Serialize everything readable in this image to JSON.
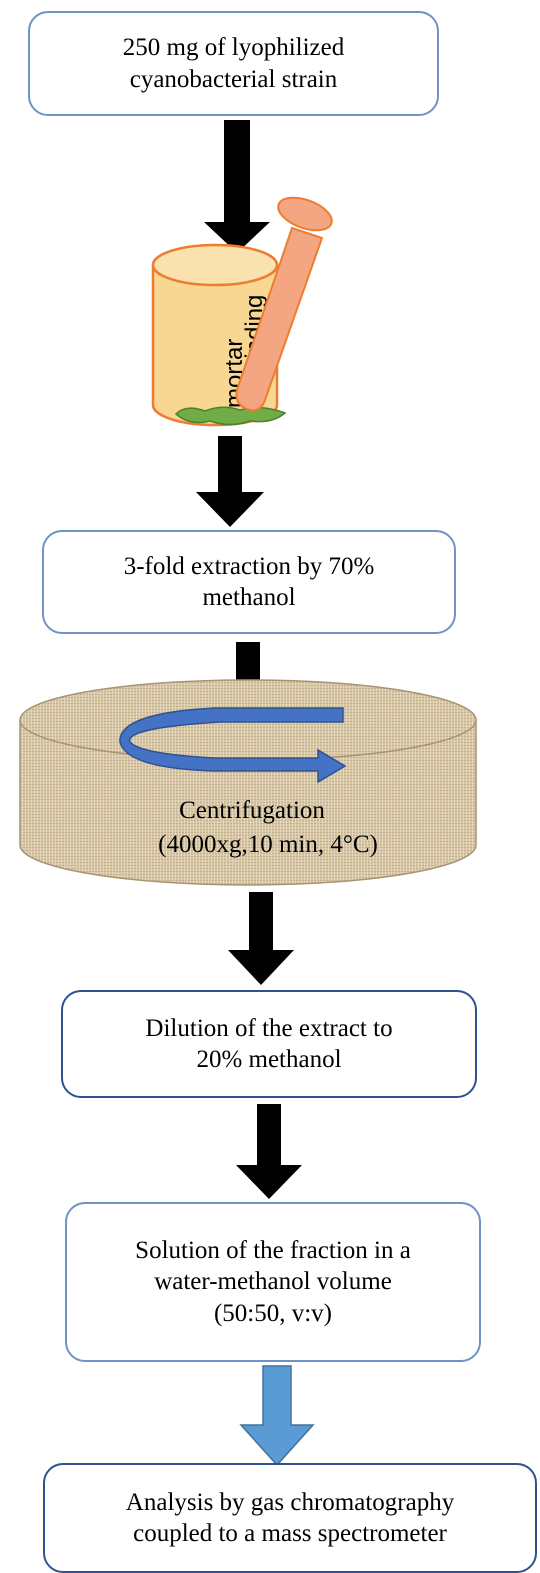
{
  "steps": [
    {
      "id": "start",
      "lines": [
        "250 mg of lyophilized",
        "cyanobacterial strain"
      ]
    },
    {
      "id": "extraction",
      "lines": [
        "3-fold extraction by 70%",
        "methanol"
      ]
    },
    {
      "id": "dilution",
      "lines": [
        "Dilution of the extract to",
        "20% methanol"
      ]
    },
    {
      "id": "solution",
      "lines": [
        "Solution of the fraction in a",
        "water-methanol volume",
        "(50:50, v:v)"
      ]
    },
    {
      "id": "analysis",
      "lines": [
        "Analysis by gas chromatography",
        "coupled to a mass spectrometer"
      ]
    }
  ],
  "mortar": {
    "label1": "mortar",
    "label2": "grinding"
  },
  "centrifuge": {
    "line1": "Centrifugation",
    "line2": "(4000xg,10 min, 4°C)"
  },
  "colors": {
    "box_border": "#6f93c6",
    "box_border_dark": "#2f528f",
    "arrow_dark": "#000000",
    "arrow_blue": "#5b9bd5",
    "mortar_fill": "#f6d68e",
    "mortar_border": "#ed7d31",
    "pestle_fill": "#f4a582",
    "sample_green": "#70ad47",
    "centrifuge_fill": "#d9c8a9",
    "swirl_blue": "#4472c4"
  }
}
